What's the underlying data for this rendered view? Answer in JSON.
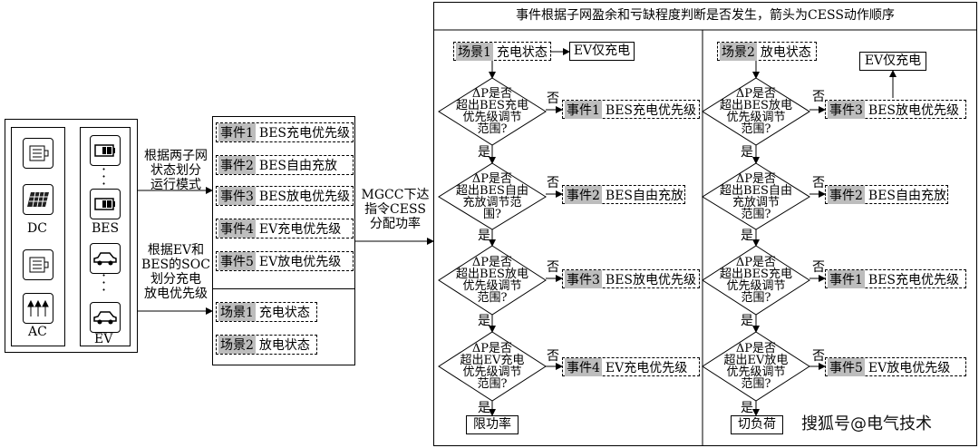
{
  "left_panel": {
    "dc_label": "DC",
    "ac_label": "AC",
    "bes_label": "BES",
    "ev_label": "EV",
    "icons": [
      "motor-icon",
      "solar-panel-icon",
      "motor-icon",
      "ac-load-icon",
      "battery-icon",
      "battery-icon",
      "car-icon",
      "car-icon"
    ]
  },
  "mid_notes": {
    "note1": [
      "根据两子网",
      "状态划分",
      "运行模式"
    ],
    "note2": [
      "根据EV和",
      "BES的SOC",
      "划分充电",
      "放电优先级"
    ],
    "note3": [
      "MGCC下达",
      "指令CESS",
      "分配功率"
    ]
  },
  "events": [
    {
      "tag": "事件1",
      "text": "BES充电优先级"
    },
    {
      "tag": "事件2",
      "text": "BES自由充放"
    },
    {
      "tag": "事件3",
      "text": "BES放电优先级"
    },
    {
      "tag": "事件4",
      "text": "EV充电优先级"
    },
    {
      "tag": "事件5",
      "text": "EV放电优先级"
    }
  ],
  "scenes": [
    {
      "tag": "场景1",
      "text": "充电状态"
    },
    {
      "tag": "场景2",
      "text": "放电状态"
    }
  ],
  "flow": {
    "title": "事件根据子网盈余和亏缺程度判断是否发生，箭头为CESS动作顺序",
    "left": {
      "scene": {
        "tag": "场景1",
        "text": "充电状态"
      },
      "top_result": "EV仅充电",
      "diamonds": [
        [
          "ΔP是否",
          "超出BES充电",
          "优先级调节",
          "范围?"
        ],
        [
          "ΔP是否",
          "超出BES自由",
          "充放调节范",
          "围?"
        ],
        [
          "ΔP是否",
          "超出BES放电",
          "优先级调节",
          "范围?"
        ],
        [
          "ΔP是否",
          "超出EV充电",
          "优先级调节",
          "范围?"
        ]
      ],
      "results": [
        {
          "tag": "事件1",
          "text": "BES充电优先级"
        },
        {
          "tag": "事件2",
          "text": "BES自由充放"
        },
        {
          "tag": "事件3",
          "text": "BES放电优先级"
        },
        {
          "tag": "事件4",
          "text": "EV充电优先级"
        }
      ],
      "end": "限功率"
    },
    "right": {
      "scene": {
        "tag": "场景2",
        "text": "放电状态"
      },
      "top_result": "EV仅充电",
      "diamonds": [
        [
          "ΔP是否",
          "超出BES放电",
          "优先级调节",
          "范围?"
        ],
        [
          "ΔP是否",
          "超出BES自由",
          "充放调节",
          "范围?"
        ],
        [
          "ΔP是否",
          "超出BES充电",
          "优先级调节",
          "范围?"
        ],
        [
          "ΔP是否",
          "超出EV放电",
          "优先级调节",
          "范围?"
        ]
      ],
      "results": [
        {
          "tag": "事件3",
          "text": "BES放电优先级"
        },
        {
          "tag": "事件2",
          "text": "BES自由充放"
        },
        {
          "tag": "事件1",
          "text": "BES充电优先级"
        },
        {
          "tag": "事件5",
          "text": "EV放电优先级"
        }
      ],
      "end": "切负荷"
    },
    "yes": "是",
    "no": "否"
  },
  "watermark": "搜狐号@电气技术"
}
